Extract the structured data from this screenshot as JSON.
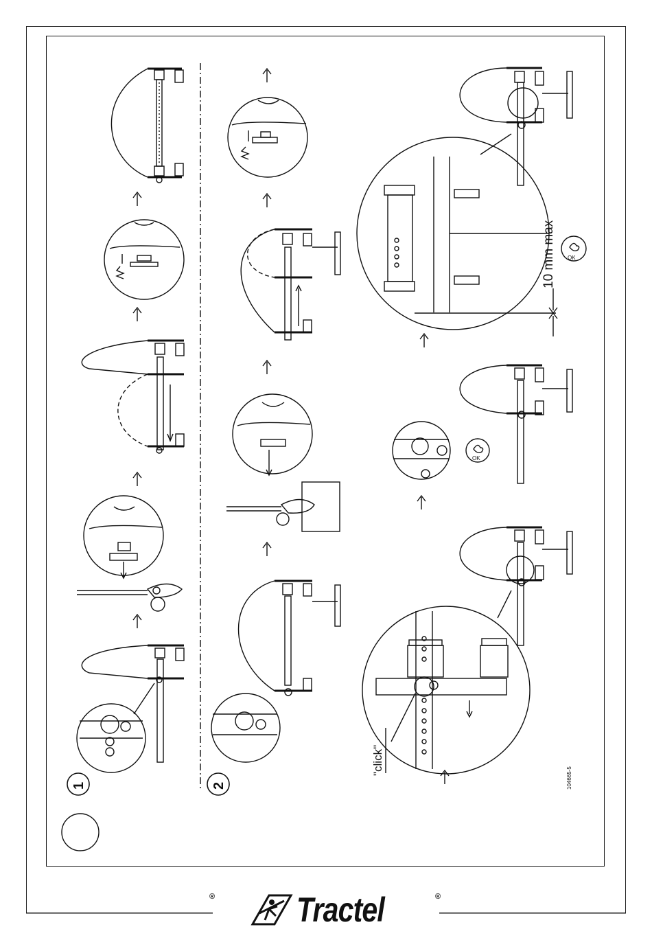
{
  "document": {
    "step_1": "1",
    "step_2": "2",
    "clearance_label": "10 mm max",
    "ok_label": "OK",
    "click_label": "\"click\"",
    "reference_code": "104665-5"
  },
  "brand": {
    "name": "Tractel",
    "registered": "®",
    "color": "#111111"
  },
  "icons": [
    "thumbs-up-ok-icon",
    "arrow-up-icon",
    "tractel-logo-figure"
  ]
}
